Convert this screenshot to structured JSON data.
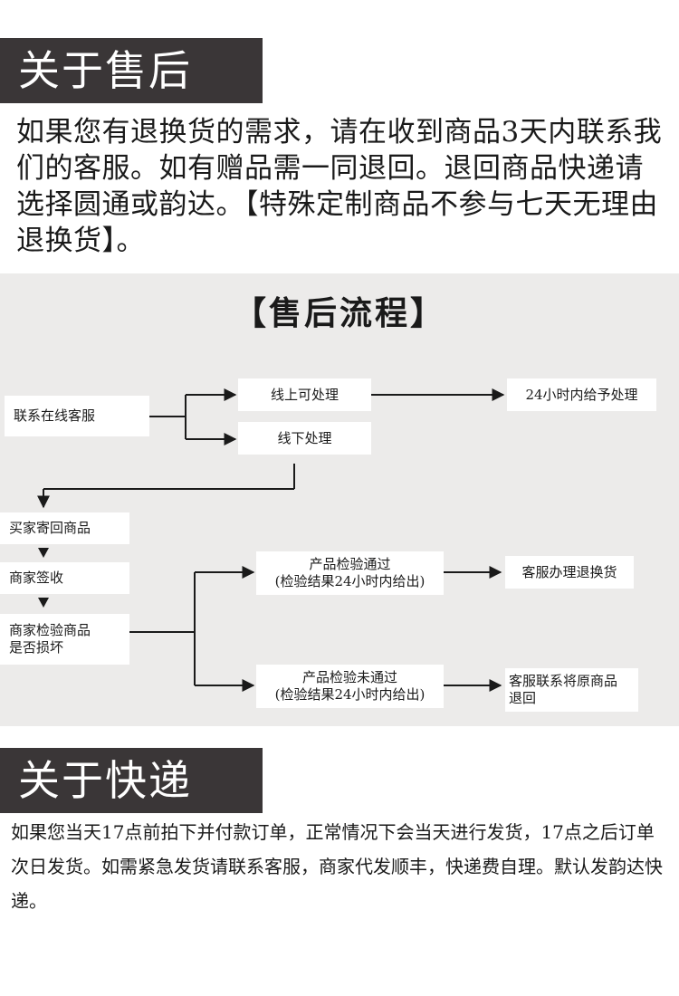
{
  "after_sales": {
    "heading": "关于售后",
    "paragraph": "如果您有退换货的需求，请在收到商品3天内联系我们的客服。如有赠品需一同退回。退回商品快递请选择圆通或韵达。【特殊定制商品不参与七天无理由退换货】。"
  },
  "flow": {
    "title": "【售后流程】",
    "nodes": {
      "contact": "联系在线客服",
      "online": "线上可处理",
      "online_result": "24小时内给予处理",
      "offline": "线下处理",
      "buyer_return": "买家寄回商品",
      "merchant_sign": "商家签收",
      "merchant_check": "商家检验商品\n是否损坏",
      "pass": "产品检验通过\n(检验结果24小时内给出)",
      "pass_result": "客服办理退换货",
      "fail": "产品检验未通过\n(检验结果24小时内给出)",
      "fail_result": "客服联系将原商品\n退回"
    }
  },
  "express": {
    "heading": "关于快递",
    "paragraph": "如果您当天17点前拍下并付款订单，正常情况下会当天进行发货，17点之后订单次日发货。如需紧急发货请联系客服，商家代发顺丰，快递费自理。默认发韵达快递。"
  },
  "colors": {
    "banner_bg": "#3a3637",
    "flow_bg": "#ecebea",
    "line": "#1a1a1a"
  }
}
